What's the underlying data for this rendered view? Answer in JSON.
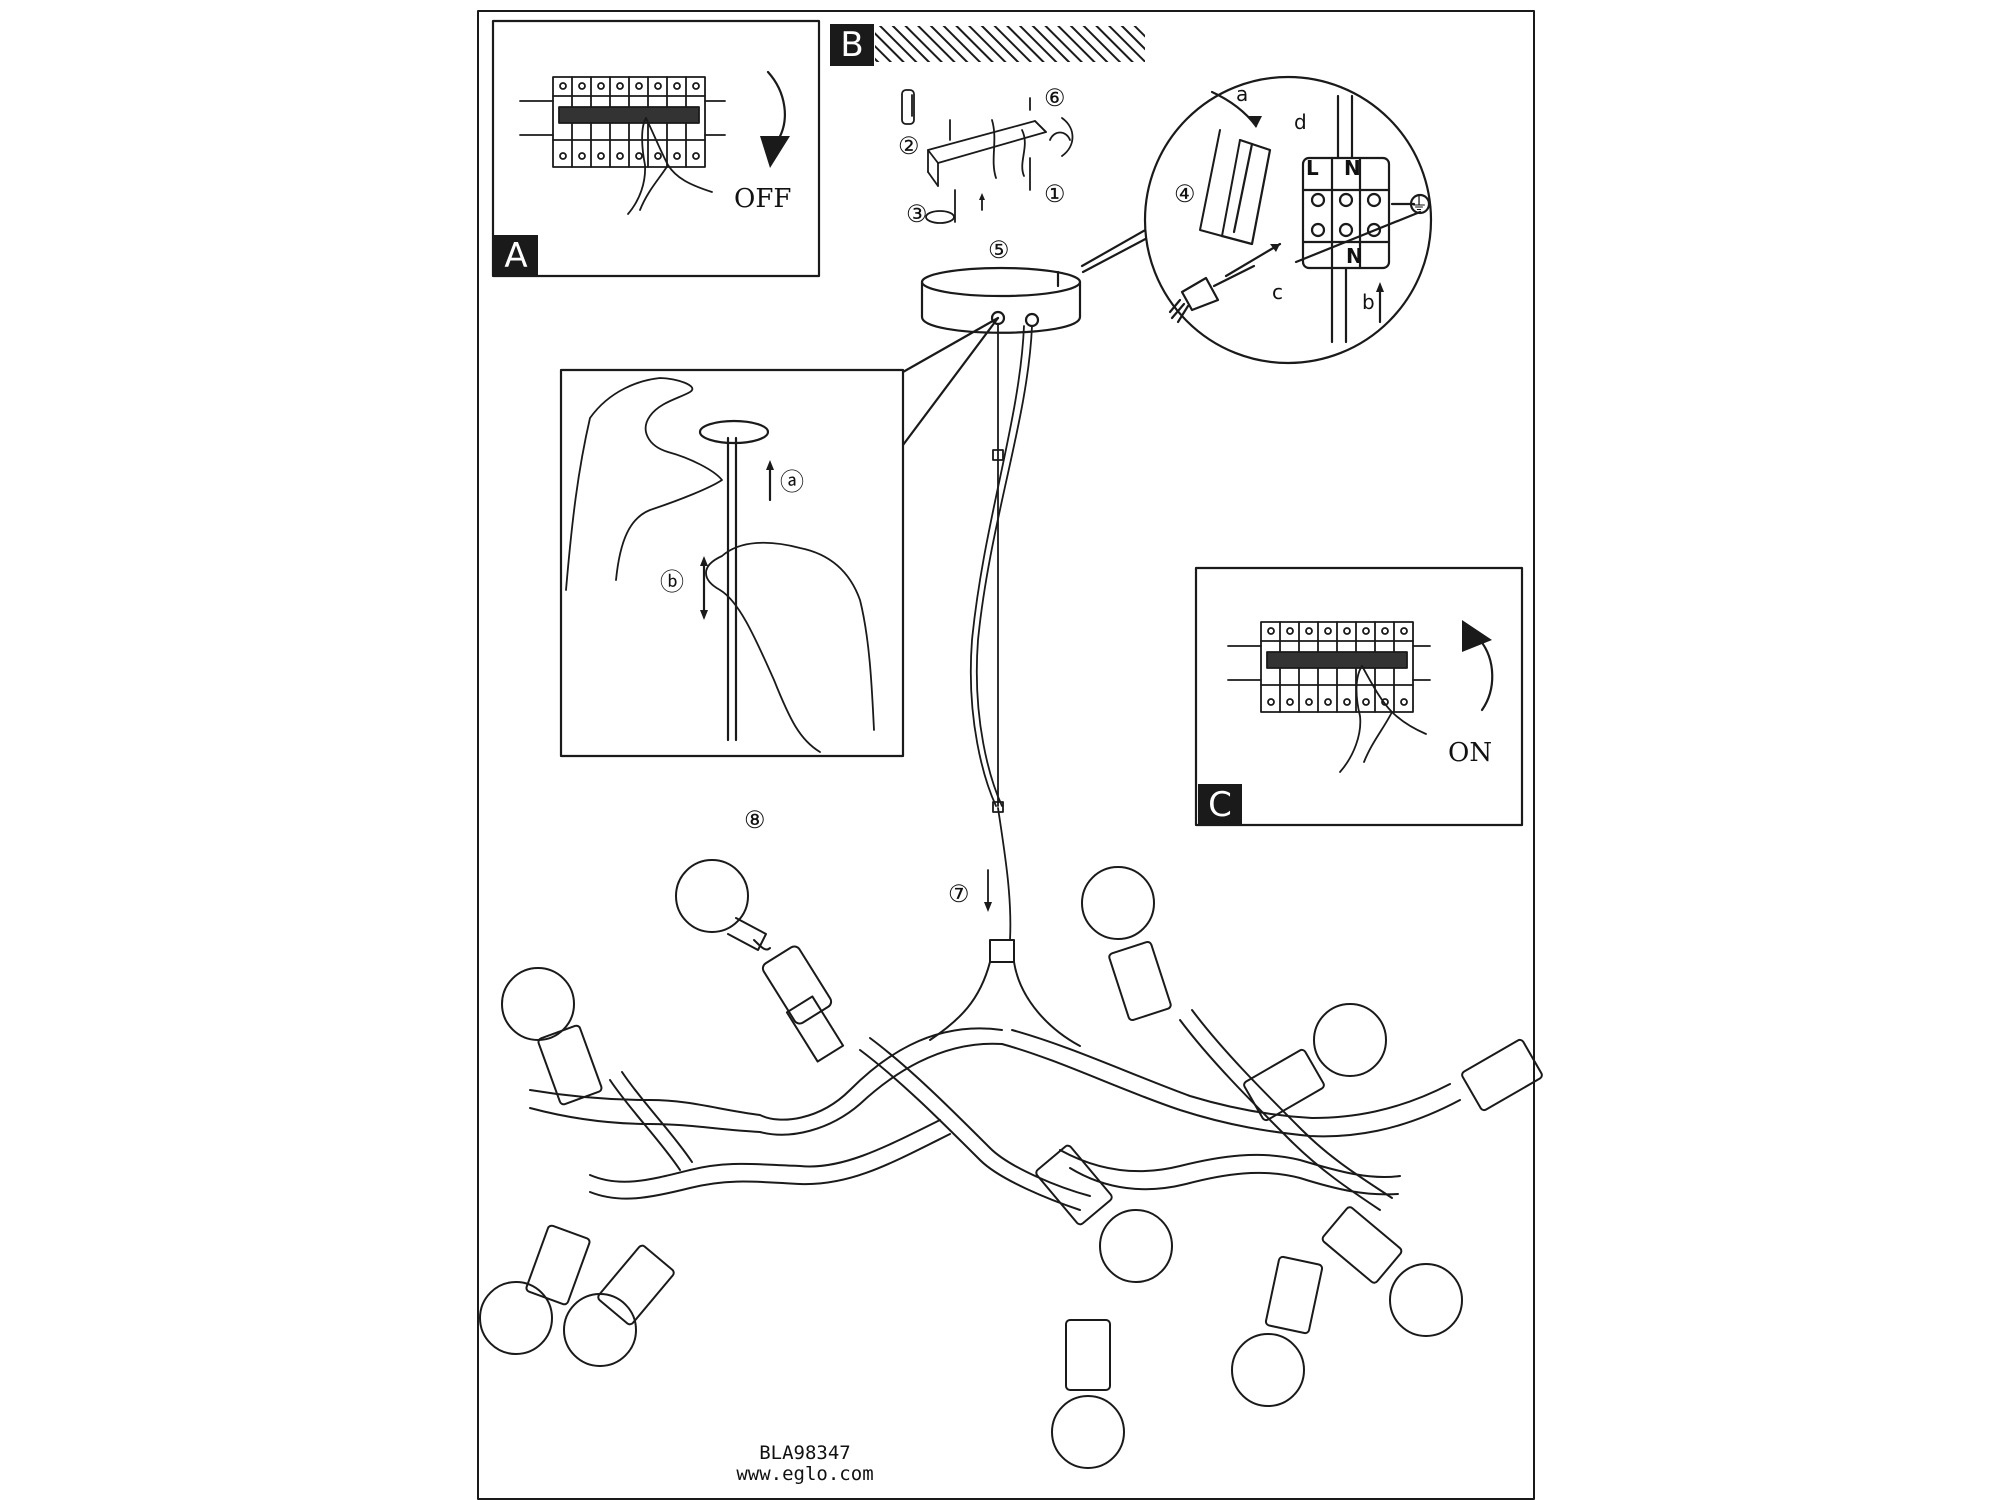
{
  "panels": {
    "a": {
      "tag": "A",
      "state": "OFF"
    },
    "b": {
      "tag": "B"
    },
    "c": {
      "tag": "C",
      "state": "ON"
    }
  },
  "steps": [
    "②",
    "⑥",
    "③",
    "①",
    "⑤",
    "④",
    "⑦",
    "⑧"
  ],
  "wiring": {
    "a": "a",
    "d": "d",
    "c": "c",
    "b": "b",
    "live": "L",
    "neutral": "N",
    "earth": "⏚"
  },
  "suspension": {
    "a": "ⓐ",
    "b": "ⓑ"
  },
  "footer": {
    "code": "BLA98347",
    "url": "www.eglo.com"
  }
}
